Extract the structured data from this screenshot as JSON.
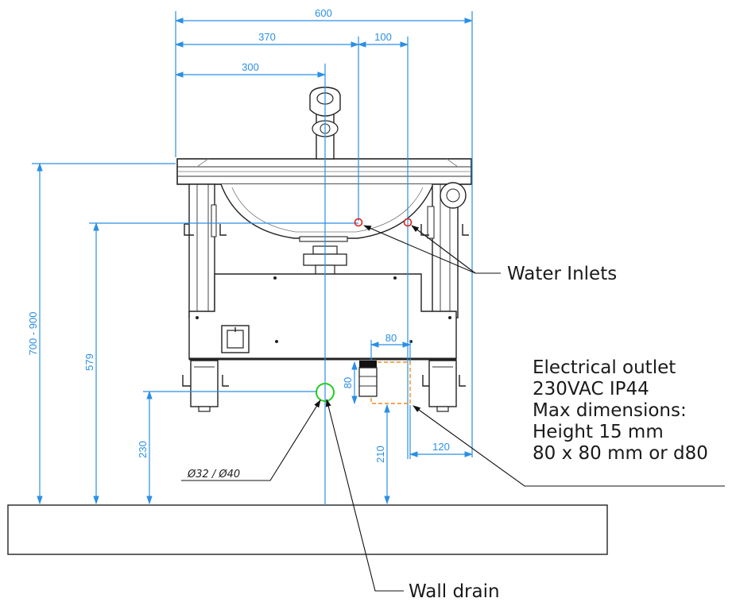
{
  "dimensions": {
    "overall_width": "600",
    "inlet_left": "370",
    "inlet_spacing": "100",
    "center_drain": "300",
    "basin_height": "700 - 900",
    "inlet_height": "579",
    "drain_height": "230",
    "outlet_height": "210",
    "outlet_width": "80",
    "outlet_box_height": "80",
    "outlet_offset": "120",
    "drain_diameter": "Ø32 / Ø40"
  },
  "labels": {
    "water_inlets": "Water Inlets",
    "wall_drain": "Wall drain",
    "electrical_outlet": [
      "Electrical outlet",
      "230VAC IP44",
      "Max dimensions:",
      "Height 15 mm",
      "80 x 80 mm or d80"
    ]
  },
  "colors": {
    "dimension_line": "#2b8fe6",
    "drain_marker": "#22cc22",
    "inlet_marker": "#e02020",
    "outlet_box": "#f08a1e",
    "drawing_line": "#222222"
  }
}
